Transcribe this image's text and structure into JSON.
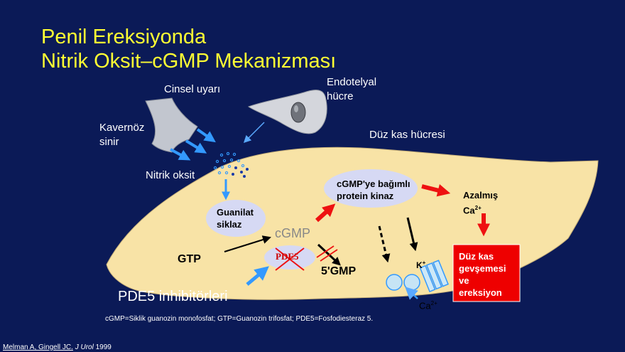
{
  "title": {
    "line1": "Penil Ereksiyonda",
    "line2": "Nitrik Oksit–cGMP Mekanizması"
  },
  "labels": {
    "cinsel_uyari": "Cinsel uyarı",
    "endotelyal_line1": "Endotelyal",
    "endotelyal_line2": "hücre",
    "kavernoz_line1": "Kavernöz",
    "kavernoz_line2": "sinir",
    "duz_kas_hucresi": "Düz kas hücresi",
    "nitrik_oksit": "Nitrik oksit",
    "guanilat_line1": "Guanilat",
    "guanilat_line2": "siklaz",
    "kinaz_line1": "cGMP'ye bağımlı",
    "kinaz_line2": "protein kinaz",
    "azalmis_line1": "Azalmış",
    "azalmis_ca": "Ca",
    "azalmis_ca_sup": "2+",
    "cgmp": "cGMP",
    "gtp": "GTP",
    "pde5": "PDE5",
    "five_gmp": "5'GMP",
    "k": "K",
    "k_sup": "+",
    "ca_bottom": "Ca",
    "ca_bottom_sup": "2+",
    "result_line1": "Düz kas",
    "result_line2": "gevşemesi",
    "result_line3": "ve",
    "result_line4": "ereksiyon",
    "pde5_inhibitors": "PDE5 inhibitörleri"
  },
  "footnote": "cGMP=Siklik guanozin monofosfat; GTP=Guanozin trifosfat; PDE5=Fosfodiesteraz 5.",
  "citation": {
    "authors": "Melman A, Gingell JC.",
    "journal": "J Urol",
    "year": "1999"
  },
  "colors": {
    "background": "#0b1a57",
    "title": "#ffff33",
    "cell": "#f8e3a6",
    "oval": "#d6d9f4",
    "red_box": "#ee0000",
    "blue_arrow": "#3399ff",
    "red_arrow": "#ee1111"
  }
}
